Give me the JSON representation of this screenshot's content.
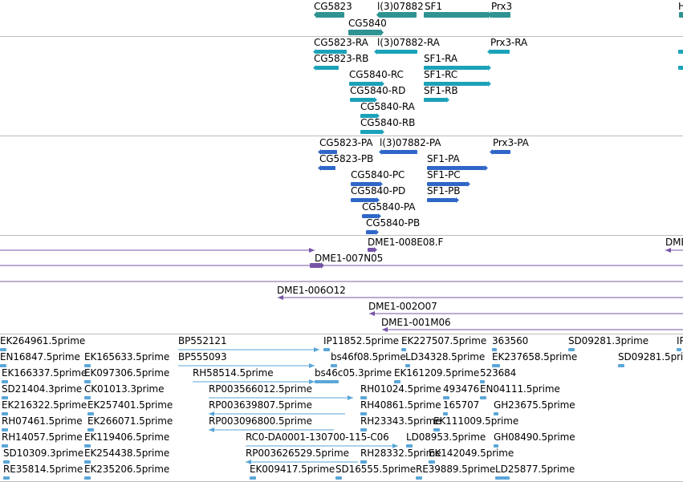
{
  "colors": {
    "gene": "#2e9391",
    "transcript": "#1aa2b9",
    "protein": "#2f67c8",
    "clone": "#7753a7",
    "est": "#5aa6d8",
    "divider": "#bdbdbd"
  },
  "tracks": {
    "genes": [
      "CG5823",
      "l(3)07882",
      "SF1",
      "Prx3",
      "H",
      "CG5840"
    ],
    "transcripts": [
      "CG5823-RA",
      "l(3)07882-RA",
      "Prx3-RA",
      "CG5823-RB",
      "SF1-RA",
      "CG5840-RC",
      "SF1-RC",
      "CG5840-RD",
      "SF1-RB",
      "CG5840-RA",
      "CG5840-RB"
    ],
    "proteins": [
      "CG5823-PA",
      "l(3)07882-PA",
      "Prx3-PA",
      "CG5823-PB",
      "SF1-PA",
      "CG5840-PC",
      "SF1-PC",
      "CG5840-PD",
      "SF1-PB",
      "CG5840-PA",
      "CG5840-PB"
    ],
    "clones": [
      "DME1-008E08.F",
      "DME",
      "DME1-007N05",
      "DME1-006O12",
      "DME1-002O07",
      "DME1-001M06"
    ],
    "ests": [
      "EK264961.5prime",
      "BP552121",
      "IP11852.5prime",
      "EK227507.5prime",
      "363560",
      "SD09281.3prime",
      "IP",
      "EN16847.5prime",
      "EK165633.5prime",
      "BP555093",
      "bs46f08.5prime",
      "LD34328.5prime",
      "EK237658.5prime",
      "SD09281.5prime",
      "EK166337.5prime",
      "EK097306.5prime",
      "RH58514.5prime",
      "bs46c05.3prime",
      "EK161209.5prime",
      "523684",
      "SD21404.3prime",
      "CK01013.3prime",
      "RP003566012.5prime",
      "RH01024.5prime",
      "493476",
      "EN04111.5prime",
      "EK216322.5prime",
      "EK257401.5prime",
      "RP003639807.5prime",
      "RH40861.5prime",
      "165707",
      "GH23675.5prime",
      "RH07461.5prime",
      "EK266071.5prime",
      "RP003096800.5prime",
      "RH23343.5prime",
      "EK111009.5prime",
      "RH14057.5prime",
      "EK119406.5prime",
      "RC0-DA0001-130700-115-C06",
      "LD08953.5prime",
      "GH08490.5prime",
      "SD10309.3prime",
      "EK254438.5prime",
      "RP003626529.5prime",
      "RH28332.5prime",
      "EK142049.5prime",
      "RE35814.5prime",
      "EK235206.5prime",
      "EK009417.5prime",
      "SD16555.5prime",
      "RE39889.5prime",
      "LD25877.5prime"
    ]
  }
}
